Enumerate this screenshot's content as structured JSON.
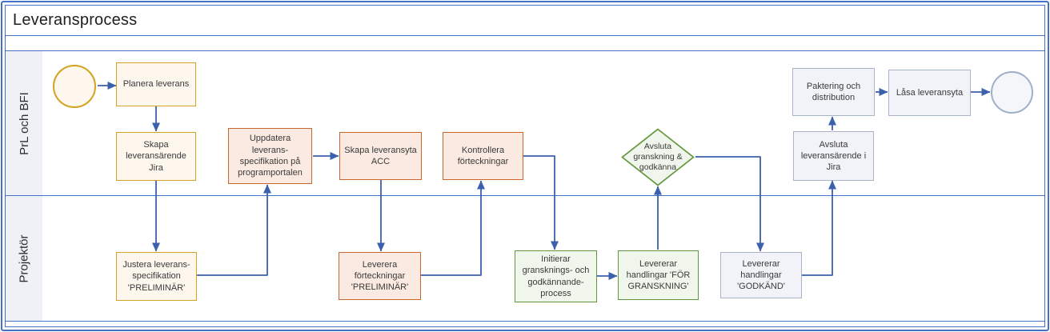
{
  "pool": {
    "title": "Leveransprocess"
  },
  "lanes": [
    {
      "label": "PrL och BFI"
    },
    {
      "label": "Projektör"
    }
  ],
  "nodes": {
    "start": {
      "type": "start-event",
      "lane": "PrL och BFI"
    },
    "planera": {
      "type": "task",
      "scheme": "yellow",
      "lane": "PrL och BFI",
      "label": "Planera leverans"
    },
    "skapa_jira": {
      "type": "task",
      "scheme": "yellow",
      "lane": "PrL och BFI",
      "label": "Skapa\nleveransärende Jira"
    },
    "uppdatera": {
      "type": "task",
      "scheme": "orange",
      "lane": "PrL och BFI",
      "label": "Uppdatera\nleverans-\nspecifikation på\nprogramportalen"
    },
    "skapa_acc": {
      "type": "task",
      "scheme": "orange",
      "lane": "PrL och BFI",
      "label": "Skapa leveransyta\nACC"
    },
    "kontrollera": {
      "type": "task",
      "scheme": "orange",
      "lane": "PrL och BFI",
      "label": "Kontrollera\nförteckningar"
    },
    "avsluta_granskning": {
      "type": "decision",
      "scheme": "green",
      "lane": "PrL och BFI",
      "label": "Avsluta\ngranskning &\ngodkänna"
    },
    "avsluta_jira": {
      "type": "task",
      "scheme": "gray",
      "lane": "PrL och BFI",
      "label": "Avsluta\nleveransärende i\nJira"
    },
    "paktering": {
      "type": "task",
      "scheme": "gray",
      "lane": "PrL och BFI",
      "label": "Paktering och\ndistribution"
    },
    "lasa": {
      "type": "task",
      "scheme": "gray",
      "lane": "PrL och BFI",
      "label": "Låsa leveransyta"
    },
    "end": {
      "type": "end-event",
      "lane": "PrL och BFI"
    },
    "justera": {
      "type": "task",
      "scheme": "yellow",
      "lane": "Projektör",
      "label": "Justera leverans-\nspecifikation\n'PRELIMINÄR'"
    },
    "leverera_fort": {
      "type": "task",
      "scheme": "orange",
      "lane": "Projektör",
      "label": "Leverera\nförteckningar\n'PRELIMINÄR'"
    },
    "initierar": {
      "type": "task",
      "scheme": "green",
      "lane": "Projektör",
      "label": "Initierar\ngransknings- och\ngodkännande-\nprocess"
    },
    "lev_for_granskning": {
      "type": "task",
      "scheme": "green",
      "lane": "Projektör",
      "label": "Levererar\nhandlingar 'FÖR\nGRANSKNING'"
    },
    "lev_godkand": {
      "type": "task",
      "scheme": "gray",
      "lane": "Projektör",
      "label": "Levererar\nhandlingar\n'GODKÄND'"
    }
  },
  "edges": [
    {
      "from": "start",
      "to": "planera"
    },
    {
      "from": "planera",
      "to": "skapa_jira"
    },
    {
      "from": "skapa_jira",
      "to": "justera"
    },
    {
      "from": "justera",
      "to": "uppdatera"
    },
    {
      "from": "uppdatera",
      "to": "skapa_acc"
    },
    {
      "from": "skapa_acc",
      "to": "leverera_fort"
    },
    {
      "from": "leverera_fort",
      "to": "kontrollera"
    },
    {
      "from": "kontrollera",
      "to": "initierar"
    },
    {
      "from": "initierar",
      "to": "lev_for_granskning"
    },
    {
      "from": "lev_for_granskning",
      "to": "avsluta_granskning"
    },
    {
      "from": "avsluta_granskning",
      "to": "lev_godkand"
    },
    {
      "from": "lev_godkand",
      "to": "avsluta_jira"
    },
    {
      "from": "avsluta_jira",
      "to": "paktering"
    },
    {
      "from": "paktering",
      "to": "lasa"
    },
    {
      "from": "lasa",
      "to": "end"
    }
  ],
  "colors": {
    "frame_blue": "#4472C4",
    "connector_blue": "#3B60AC",
    "lane_label_bg": "#F0F1F6",
    "yellow_border": "#D2A321",
    "yellow_fill": "#FDF7EE",
    "orange_border": "#C8682F",
    "orange_fill": "#FBEAE1",
    "green_border": "#63973D",
    "green_fill": "#F0F6EC",
    "gray_border": "#A9B4C8",
    "gray_fill": "#F1F3F8",
    "end_event_border": "#9FAEC9",
    "text": "#3A3A3A"
  }
}
